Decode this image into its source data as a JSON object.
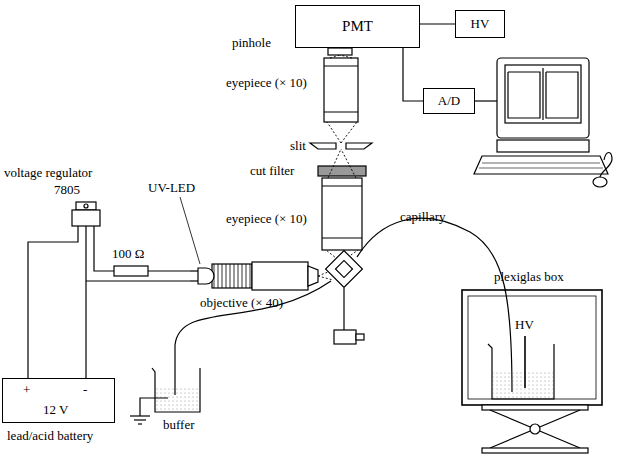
{
  "diagram": {
    "nodes": [
      {
        "text": [
          "PMT"
        ]
      },
      {
        "text": [
          "HV"
        ]
      },
      {
        "text": [
          "A/D"
        ]
      },
      {
        "text": [
          "+",
          "-",
          "12 V",
          "lead/acid battery"
        ]
      }
    ],
    "edges": [
      {
        "from": 0,
        "to": 1,
        "arrow": "none"
      },
      {
        "from": 0,
        "to": 2,
        "arrow": "none"
      }
    ],
    "labels": [
      "pinhole",
      "eyepiece (× 10)",
      "slit",
      "cut filter",
      "eyepiece (× 10)",
      "capillary",
      "voltage regulator",
      "7805",
      "UV-LED",
      "100 Ω",
      "objective (× 40)",
      "plexiglas box",
      "HV",
      "buffer"
    ]
  }
}
